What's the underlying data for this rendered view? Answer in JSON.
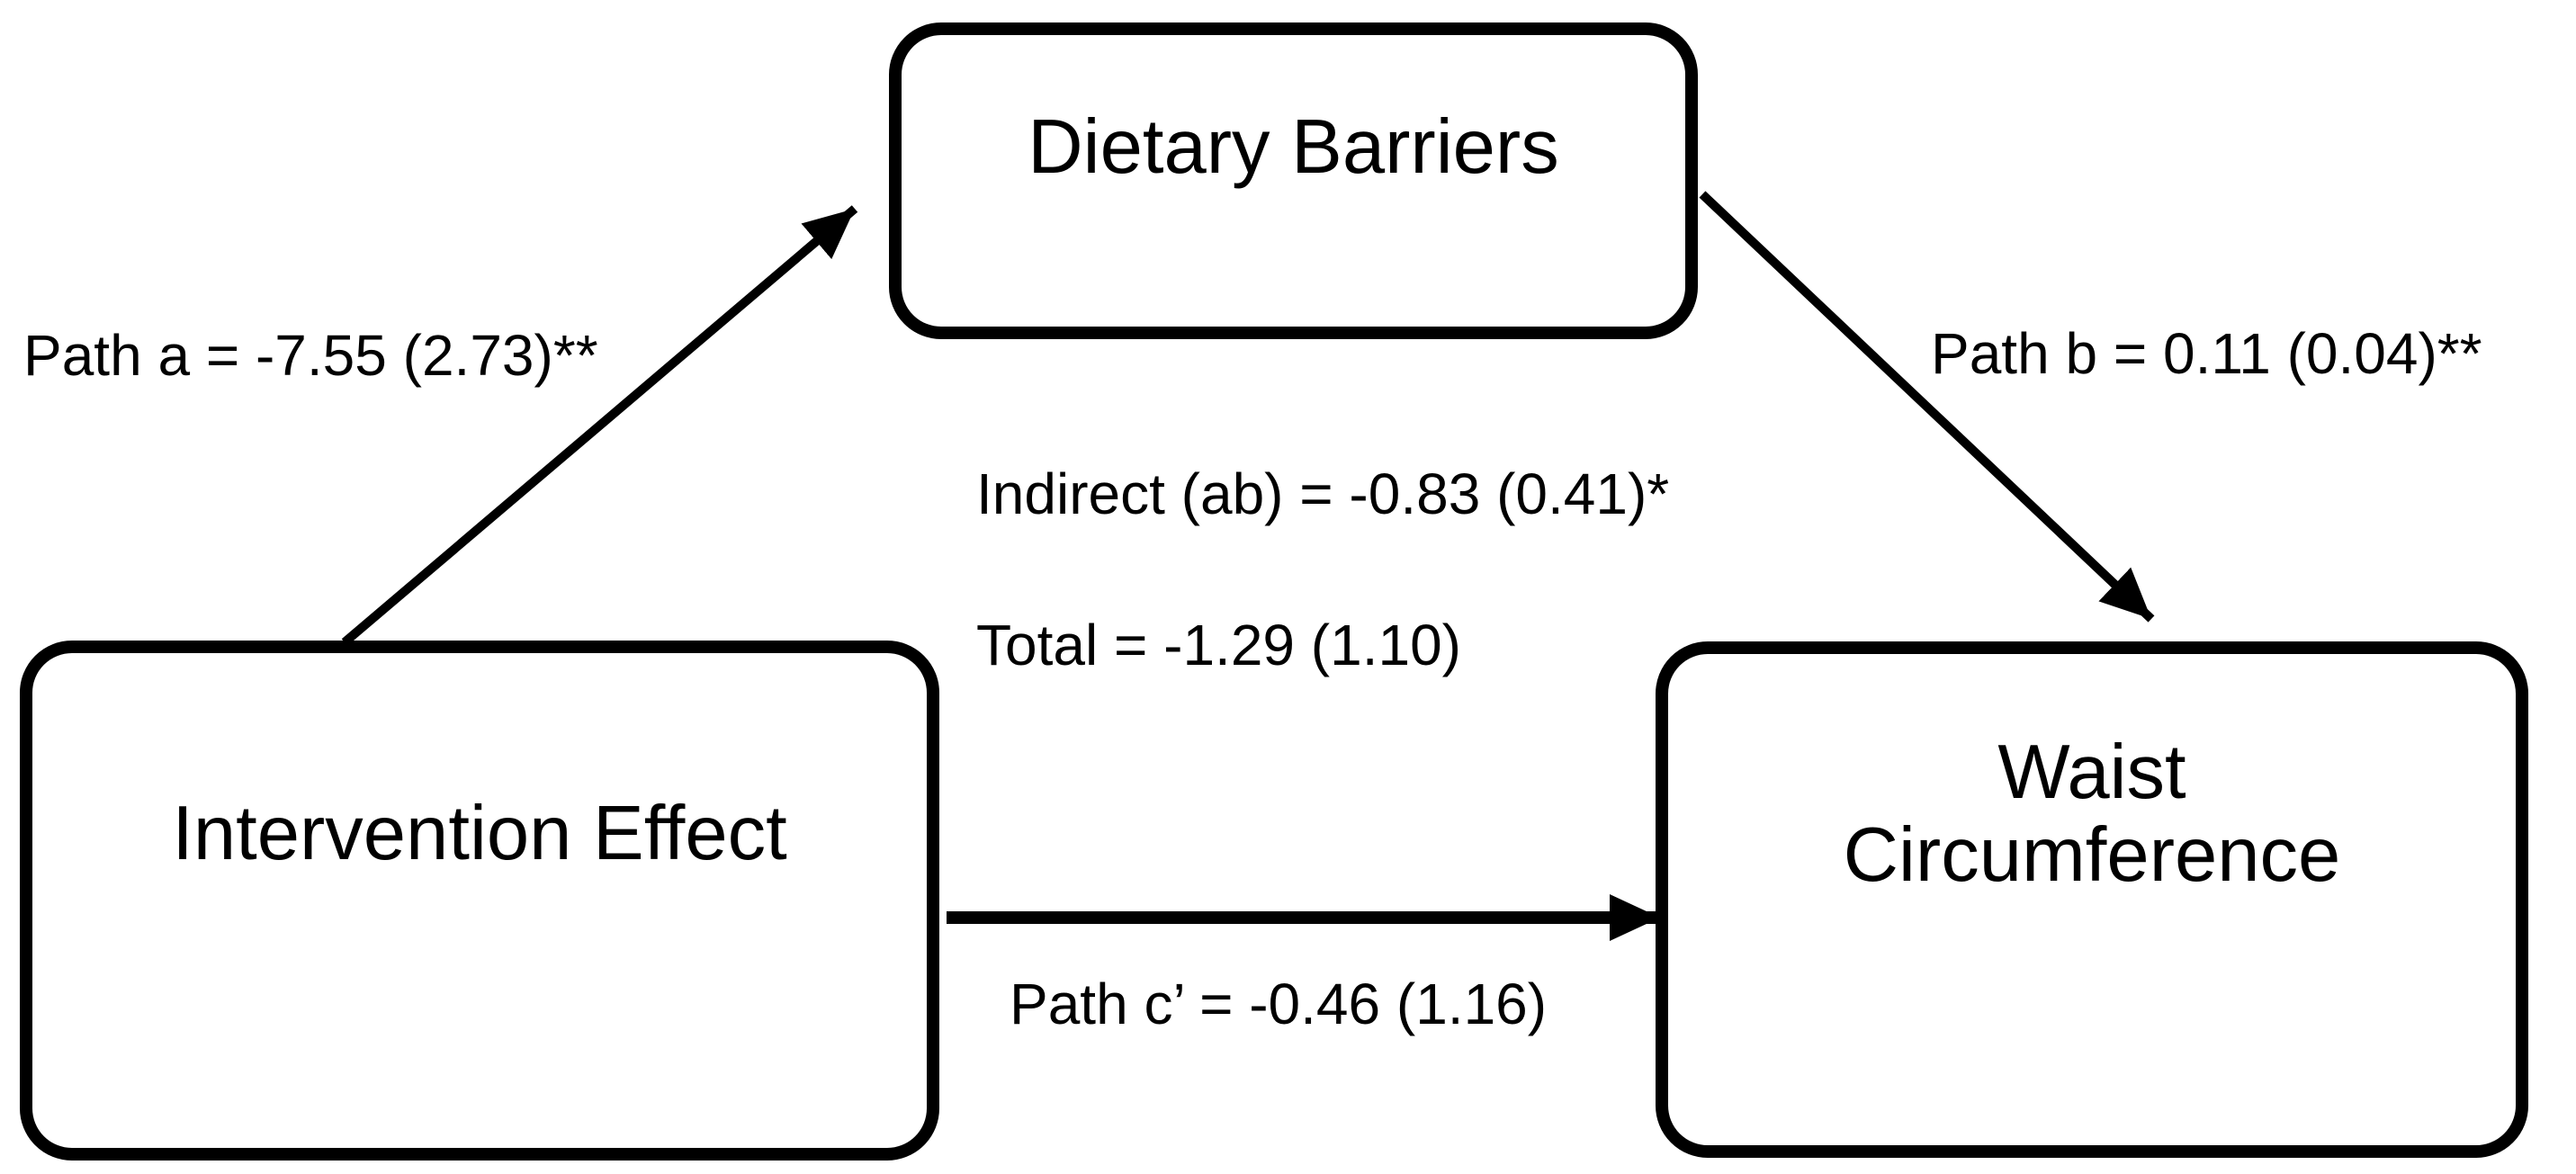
{
  "figure": {
    "type": "mediation-path-diagram",
    "background_color": "#ffffff",
    "stroke_color": "#000000",
    "nodes": [
      {
        "id": "mediator",
        "label": "Dietary Barriers"
      },
      {
        "id": "predictor",
        "label": "Intervention Effect"
      },
      {
        "id": "outcome",
        "label": "Waist Circumference",
        "line1": "Waist",
        "line2": "Circumference"
      }
    ],
    "paths": [
      {
        "id": "path-a",
        "from": "Intervention Effect",
        "to": "Dietary Barriers",
        "label": "Path a = -7.55 (2.73)**"
      },
      {
        "id": "path-b",
        "from": "Dietary Barriers",
        "to": "Waist Circumference",
        "label": "Path b = 0.11 (0.04)**"
      },
      {
        "id": "path-c",
        "from": "Intervention Effect",
        "to": "Waist Circumference",
        "label": "Path c’ = -0.46 (1.16)"
      }
    ],
    "annotations": [
      {
        "id": "indirect-effect",
        "text": "Indirect (ab) = -0.83 (0.41)*"
      },
      {
        "id": "total-effect",
        "text": "Total = -1.29 (1.10)"
      }
    ]
  }
}
